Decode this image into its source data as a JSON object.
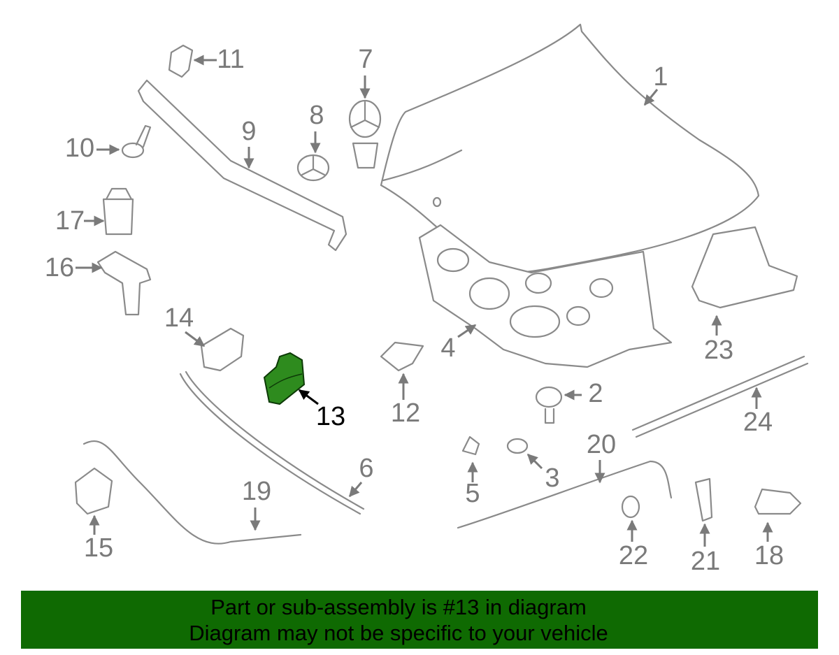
{
  "diagram": {
    "highlight_color": "#2e8b1e",
    "highlighted_part": "13",
    "callouts": [
      "1",
      "2",
      "3",
      "4",
      "5",
      "6",
      "7",
      "8",
      "9",
      "10",
      "11",
      "12",
      "13",
      "14",
      "15",
      "16",
      "17",
      "18",
      "19",
      "20",
      "21",
      "22",
      "23",
      "24"
    ]
  },
  "banner": {
    "background": "#0f6a02",
    "line1": "Part or sub-assembly is #13 in diagram",
    "line2": "Diagram may not be specific to your vehicle"
  }
}
